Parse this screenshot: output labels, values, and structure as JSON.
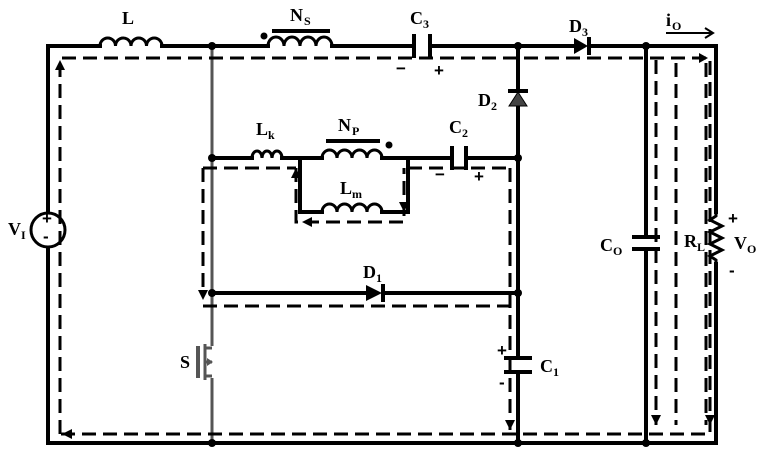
{
  "labels": {
    "L": {
      "main": "L",
      "sub": ""
    },
    "Ns": {
      "main": "N",
      "sub": "S"
    },
    "C3": {
      "main": "C",
      "sub": "3"
    },
    "D3": {
      "main": "D",
      "sub": "3"
    },
    "io": {
      "main": "i",
      "sub": "O"
    },
    "D2": {
      "main": "D",
      "sub": "2"
    },
    "Lk": {
      "main": "L",
      "sub": "k"
    },
    "Np": {
      "main": "N",
      "sub": "P"
    },
    "C2": {
      "main": "C",
      "sub": "2"
    },
    "Lm": {
      "main": "L",
      "sub": "m"
    },
    "VI": {
      "main": "V",
      "sub": "I"
    },
    "D1": {
      "main": "D",
      "sub": "1"
    },
    "S": {
      "main": "S",
      "sub": ""
    },
    "C1": {
      "main": "C",
      "sub": "1"
    },
    "Co": {
      "main": "C",
      "sub": "O"
    },
    "RL": {
      "main": "R",
      "sub": "L"
    },
    "Vo": {
      "main": "V",
      "sub": "O"
    }
  },
  "polarity": {
    "plus": "+",
    "minus": "−",
    "minus_short": "-"
  }
}
